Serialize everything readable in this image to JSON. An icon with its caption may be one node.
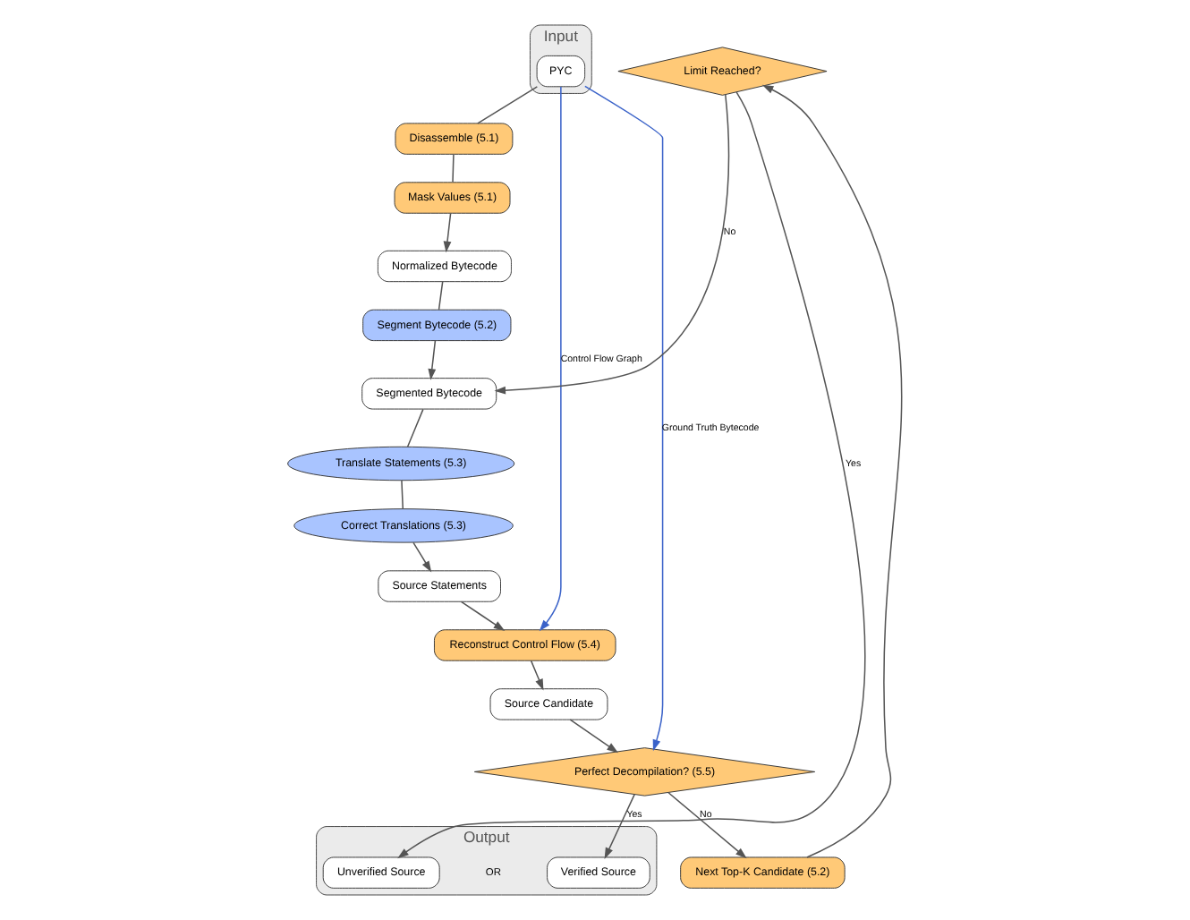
{
  "diagram": {
    "nodes": [
      {
        "text": [
          "Input"
        ]
      },
      {
        "text": [
          "PYC"
        ],
        "in": 0
      },
      {
        "text": [
          "Disassemble (5.1)"
        ]
      },
      {
        "text": [
          "Mask Values (5.1)"
        ]
      },
      {
        "text": [
          "Normalized Bytecode"
        ]
      },
      {
        "text": [
          "Segment Bytecode (5.2)"
        ]
      },
      {
        "text": [
          "Segmented Bytecode"
        ]
      },
      {
        "text": [
          "Translate Statements (5.3)"
        ]
      },
      {
        "text": [
          "Correct Translations (5.3)"
        ]
      },
      {
        "text": [
          "Source Statements"
        ]
      },
      {
        "text": [
          "Reconstruct Control Flow (5.4)"
        ]
      },
      {
        "text": [
          "Source Candidate"
        ]
      },
      {
        "text": [
          "Perfect Decompilation? (5.5)"
        ]
      },
      {
        "text": [
          "Output"
        ]
      },
      {
        "text": [
          "Verified Source"
        ],
        "in": 13
      },
      {
        "text": [
          "Unverified Source"
        ],
        "in": 13
      },
      {
        "text": [
          "Limit Reached?"
        ]
      },
      {
        "text": [
          "Next Top-K Candidate (5.2)"
        ]
      }
    ],
    "edges": [
      {
        "from": 1,
        "to": 2,
        "arrow": "none"
      },
      {
        "from": 2,
        "to": 3,
        "arrow": "none"
      },
      {
        "from": 3,
        "to": 4,
        "arrow": "to"
      },
      {
        "from": 4,
        "to": 5,
        "arrow": "none"
      },
      {
        "from": 5,
        "to": 6,
        "arrow": "to"
      },
      {
        "from": 6,
        "to": 7,
        "arrow": "none"
      },
      {
        "from": 7,
        "to": 8,
        "arrow": "none"
      },
      {
        "from": 8,
        "to": 9,
        "arrow": "to"
      },
      {
        "from": 9,
        "to": 10,
        "arrow": "to"
      },
      {
        "from": 10,
        "to": 11,
        "arrow": "to"
      },
      {
        "from": 11,
        "to": 12,
        "arrow": "to"
      },
      {
        "from": 12,
        "to": 14,
        "arrow": "to",
        "label": "Yes"
      },
      {
        "from": 12,
        "to": 17,
        "arrow": "to",
        "label": "No"
      },
      {
        "from": 17,
        "to": 16,
        "arrow": "to"
      },
      {
        "from": 16,
        "to": 15,
        "arrow": "to",
        "label": "Yes"
      },
      {
        "from": 16,
        "to": 6,
        "arrow": "to",
        "label": "No"
      },
      {
        "from": 1,
        "to": 12,
        "arrow": "to",
        "label": "Ground Truth Bytecode",
        "color": "#3b63c9"
      },
      {
        "from": 1,
        "to": 10,
        "arrow": "to",
        "label": "Control Flow Graph",
        "color": "#3b63c9"
      }
    ],
    "labels": [
      "OR"
    ]
  }
}
